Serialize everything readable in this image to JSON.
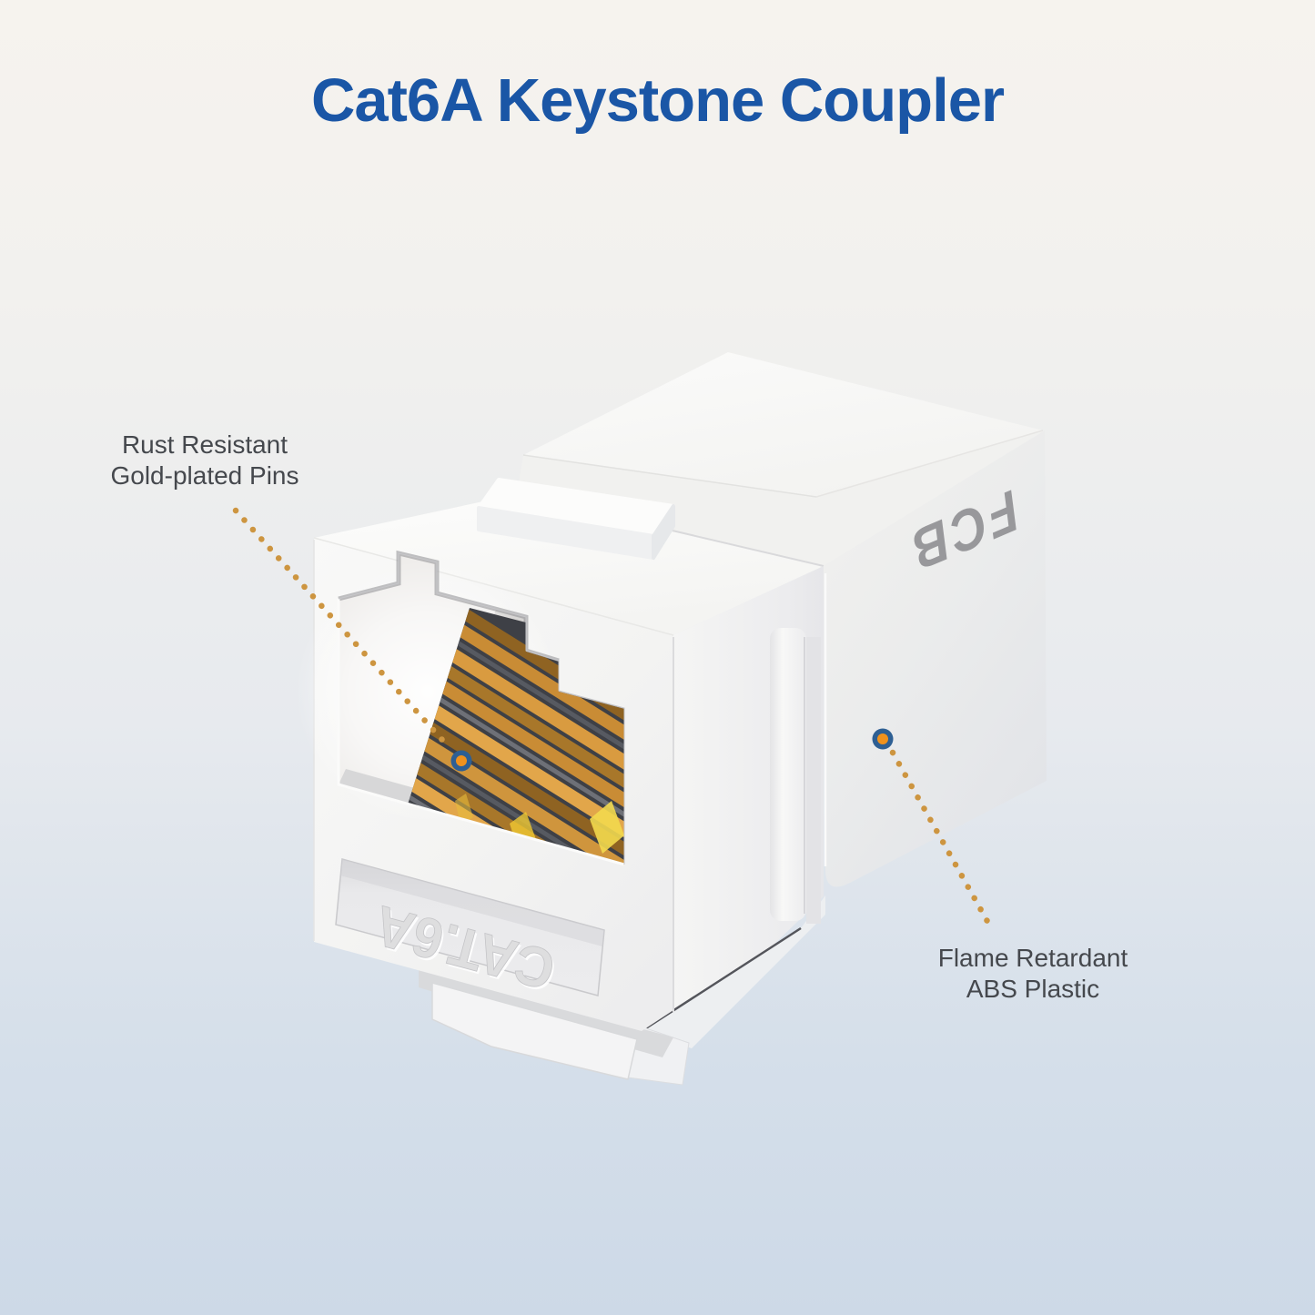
{
  "title": {
    "text": "Cat6A Keystone Coupler"
  },
  "callouts": {
    "pins": {
      "line1": "Rust Resistant",
      "line2": "Gold-plated Pins"
    },
    "plastic": {
      "line1": "Flame Retardant",
      "line2": "ABS Plastic"
    }
  },
  "product": {
    "front_label": "CAT.6A",
    "brand": "FCB"
  },
  "colors": {
    "title_blue": "#1a56a6",
    "label_gray": "#45484d",
    "dotted_line_orange": "#cd9540",
    "marker_orange": "#f0921d",
    "marker_ring_blue": "#2e5f93",
    "gold_pin": "#c98c35",
    "plastic_white": "#f5f5f4",
    "background_top": "#f6f3ee",
    "background_bottom": "#cdd9e7"
  }
}
